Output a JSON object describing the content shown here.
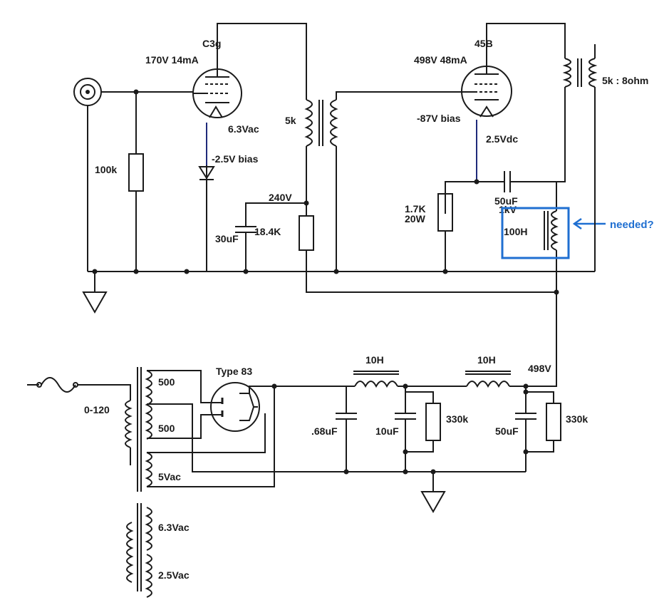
{
  "labels": {
    "c3g_tube": "C3g",
    "c3g_op": "170V 14mA",
    "c3g_heater": "6.3Vac",
    "c3g_bias": "-2.5V bias",
    "r_grid": "100k",
    "ix_primary": "5k",
    "b_node": "240V",
    "r_drop": "18.4K",
    "c_decouple": "30uF",
    "t45b": "45B",
    "t45b_op": "498V 48mA",
    "t45b_bias": "-87V bias",
    "t45b_heater": "2.5Vdc",
    "r_cathode_1": "1.7K",
    "r_cathode_2": "20W",
    "c_cathode_1": "50uF",
    "c_cathode_2": "1kV",
    "choke_100h": "100H",
    "out_tx": "5k : 8ohm",
    "rectifier": "Type 83",
    "pt_primary": "0-120",
    "pt_hv_top": "500",
    "pt_hv_bot": "500",
    "pt_rect_heater": "5Vac",
    "fil_63": "6.3Vac",
    "fil_25": "2.5Vac",
    "choke1": "10H",
    "choke2": "10H",
    "b_plus": "498V",
    "c_first": ".68uF",
    "c_second": "10uF",
    "r_bleed1": "330k",
    "c_third": "50uF",
    "r_bleed2": "330k",
    "annotation": "needed?"
  },
  "colors": {
    "annotation": "#1f6fd1",
    "wire": "#1a1a1a",
    "heater_wire": "#1f2a7a"
  }
}
